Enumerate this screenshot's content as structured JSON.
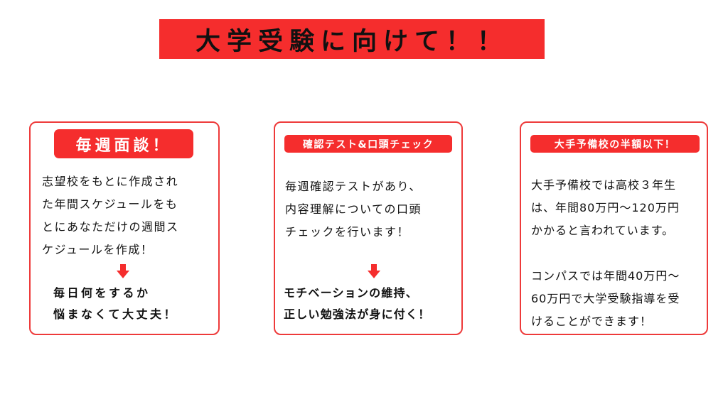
{
  "title": "大学受験に向けて！！",
  "colors": {
    "accent": "#f52d2d",
    "border": "#ee3a3a",
    "text": "#111111"
  },
  "cards": [
    {
      "badge": "毎週面談！",
      "body": [
        "志望校をもとに作成され",
        "た年間スケジュールをも",
        "とにあなただけの週間ス",
        "ケジュールを作成！"
      ],
      "arrow_icon": "arrow-down-icon",
      "result": [
        "毎日何をするか",
        "悩まなくて大丈夫！"
      ]
    },
    {
      "badge": "確認テスト&口頭チェック",
      "body": [
        "毎週確認テストがあり、",
        "内容理解についての口頭",
        "チェックを行います！"
      ],
      "arrow_icon": "arrow-down-icon",
      "result": [
        "モチベーションの維持、",
        "正しい勉強法が身に付く！"
      ]
    },
    {
      "badge": "大手予備校の半額以下！",
      "body": [
        "大手予備校では高校３年生",
        "は、年間80万円〜120万円",
        "かかると言われています。"
      ],
      "body2": [
        "コンパスでは年間40万円〜",
        "60万円で大学受験指導を受",
        "けることができます！"
      ]
    }
  ]
}
